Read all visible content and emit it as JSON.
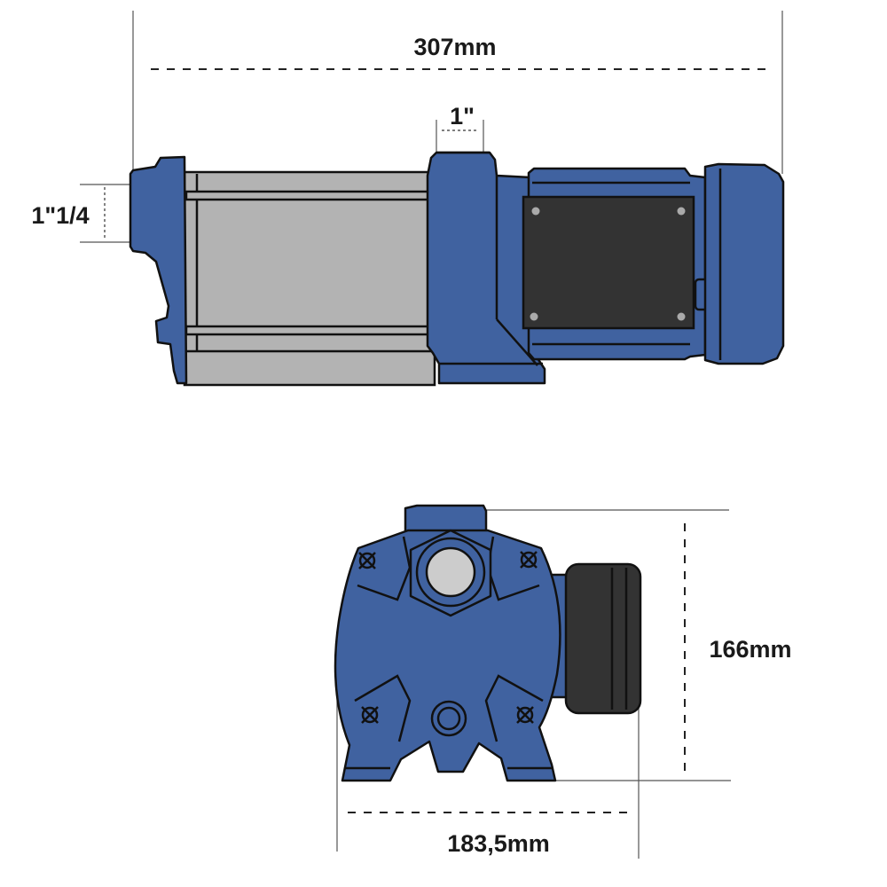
{
  "dimensions": {
    "overall_length": "307mm",
    "outlet_size": "1\"",
    "inlet_size": "1\"1/4",
    "height": "166mm",
    "width": "183,5mm"
  },
  "colors": {
    "pump_body": "#4062a0",
    "pump_housing": "#b3b3b3",
    "motor_plate": "#333333"
  }
}
